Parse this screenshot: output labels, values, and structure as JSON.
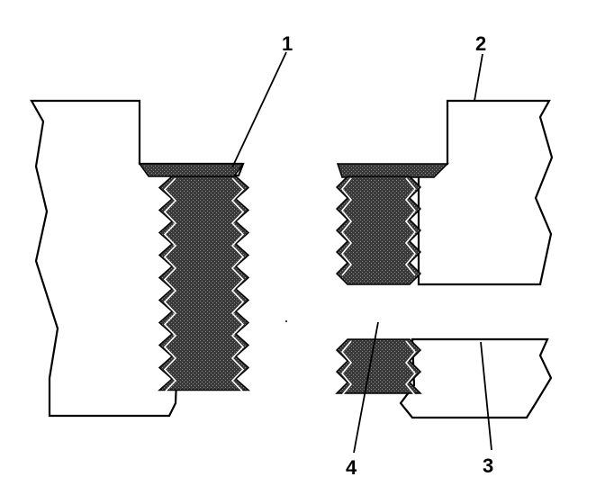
{
  "colors": {
    "background": "#ffffff",
    "outline": "#000000",
    "thread_fill": "#3a3a3a"
  },
  "callouts": [
    {
      "id": "1",
      "label": "1"
    },
    {
      "id": "2",
      "label": "2"
    },
    {
      "id": "3",
      "label": "3"
    },
    {
      "id": "4",
      "label": "4"
    }
  ]
}
